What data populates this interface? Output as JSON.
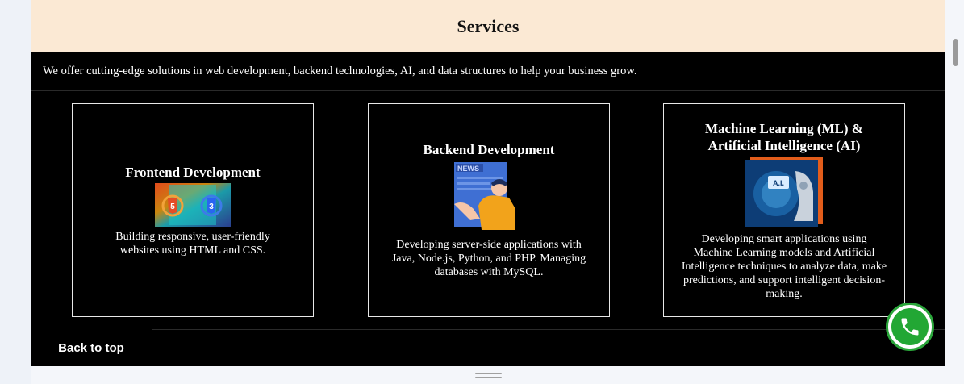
{
  "header": {
    "title": "Services"
  },
  "intro": {
    "text": "We offer cutting-edge solutions in web development, backend technologies, AI, and data structures to help your business grow."
  },
  "cards": [
    {
      "title": "Frontend Development",
      "description": "Building responsive, user-friendly websites using HTML and CSS.",
      "icon": "html-css-logo-icon"
    },
    {
      "title": "Backend Development",
      "description": "Developing server-side applications with Java, Node.js, Python, and PHP. Managing databases with MySQL.",
      "icon": "news-reader-icon",
      "image_text": "NEWS"
    },
    {
      "title": "Machine Learning (ML) & Artificial Intelligence (AI)",
      "description": "Developing smart applications using Machine Learning models and Artificial Intelligence techniques to analyze data, make predictions, and support intelligent decision-making.",
      "icon": "ai-robot-icon",
      "image_text": "A.I."
    }
  ],
  "footer": {
    "back_to_top": "Back to top"
  },
  "call_button": {
    "icon": "phone-icon"
  },
  "colors": {
    "header_bg": "#fbe9d4",
    "page_bg": "#000000",
    "call_green": "#22a734"
  }
}
